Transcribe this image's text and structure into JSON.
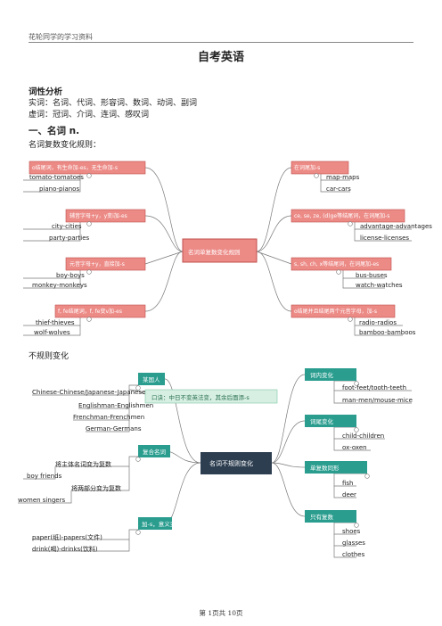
{
  "header": "花轮同学的学习资料",
  "title": "自考英语",
  "intro": {
    "heading": "词性分析",
    "line1": "实词：名词、代词、形容词、数词、动词、副词",
    "line2": "虚词：冠词、介词、连词、感叹词"
  },
  "section1": "一、名词 n.",
  "plural_label": "名词复数变化规则：",
  "irregular_label": "不规则变化",
  "map1": {
    "center": "名词单复数变化规则",
    "left": [
      {
        "label": "o结尾词，有生命加-es，无生命加-s",
        "examples": [
          "tomato-tomatoes",
          "piano-pianos"
        ]
      },
      {
        "label": "辅音字母+y，y变i加-es",
        "examples": [
          "city-cities",
          "party-parties"
        ]
      },
      {
        "label": "元音字母+y，直接加-s",
        "examples": [
          "boy-boys",
          "monkey-monkeys"
        ]
      },
      {
        "label": "f, fe结尾词，f, fe变v加-es",
        "examples": [
          "thief-thieves",
          "wolf-wolves"
        ]
      }
    ],
    "right": [
      {
        "label": "在词尾加-s",
        "examples": [
          "map-maps",
          "car-cars"
        ]
      },
      {
        "label": "ce, se, ze, (d)ge等结尾词，在词尾加-s",
        "examples": [
          "advantage-advantages",
          "license-licenses"
        ]
      },
      {
        "label": "s, sh, ch, x等结尾词，在词尾加-es",
        "examples": [
          "bus-buses",
          "watch-watches"
        ]
      },
      {
        "label": "o结尾并且结尾两个元音字母，加-s",
        "examples": [
          "radio-radios",
          "bamboo-bamboos"
        ]
      }
    ]
  },
  "map2": {
    "center": "名词不规则变化",
    "note": "口诀：中日不变英法变，其余后面添-s",
    "left": [
      {
        "label": "某国人",
        "examples": [
          "Chinese-Chinese/Japanese-Japanese",
          "Englishman-Englishmen",
          "Frenchman-Frenchmen",
          "German-Germans"
        ]
      },
      {
        "label": "复合名词",
        "examples": [
          "将主体名词变为复数",
          "boy friends",
          "将两部分变为复数",
          "women singers"
        ]
      },
      {
        "label": "加-s，意义变",
        "examples": [
          "paper(纸)-papers(文件)",
          "drink(喝)-drinks(饮料)"
        ]
      }
    ],
    "right": [
      {
        "label": "词内变化",
        "examples": [
          "foot-feet/tooth-teeth",
          "man-men/mouse-mice"
        ]
      },
      {
        "label": "词尾变化",
        "examples": [
          "child-children",
          "ox-oxen"
        ]
      },
      {
        "label": "单复数同形",
        "examples": [
          "fish",
          "deer"
        ]
      },
      {
        "label": "只有复数",
        "examples": [
          "shoes",
          "glasses",
          "clothes"
        ]
      }
    ]
  },
  "footer": "第 1页共 10页",
  "colors": {
    "salmon": "#ec8a86",
    "salmon_dark": "#c0504d",
    "teal": "#2a9d8f",
    "navy": "#2d3e50",
    "mint": "#d6efe2"
  }
}
